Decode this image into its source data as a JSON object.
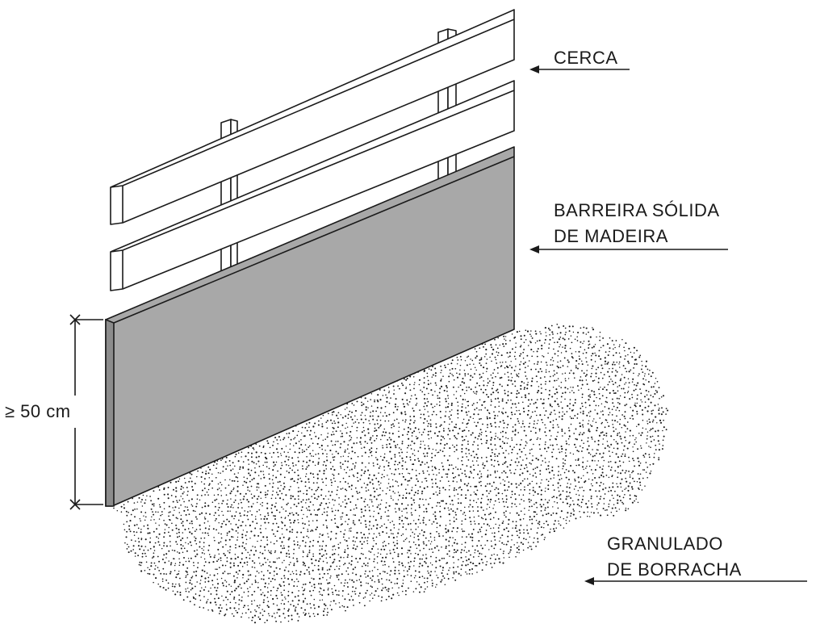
{
  "labels": {
    "fence": "CERCA",
    "barrier_line1": "BARREIRA SÓLIDA",
    "barrier_line2": "DE MADEIRA",
    "granulate_line1": "GRANULADO",
    "granulate_line2": "DE BORRACHA",
    "height": "≥ 50 cm"
  },
  "colors": {
    "barrier_fill": "#a8a8a8",
    "barrier_edge": "#8c8c8c",
    "ink": "#1a1a1a",
    "background": "#ffffff"
  }
}
